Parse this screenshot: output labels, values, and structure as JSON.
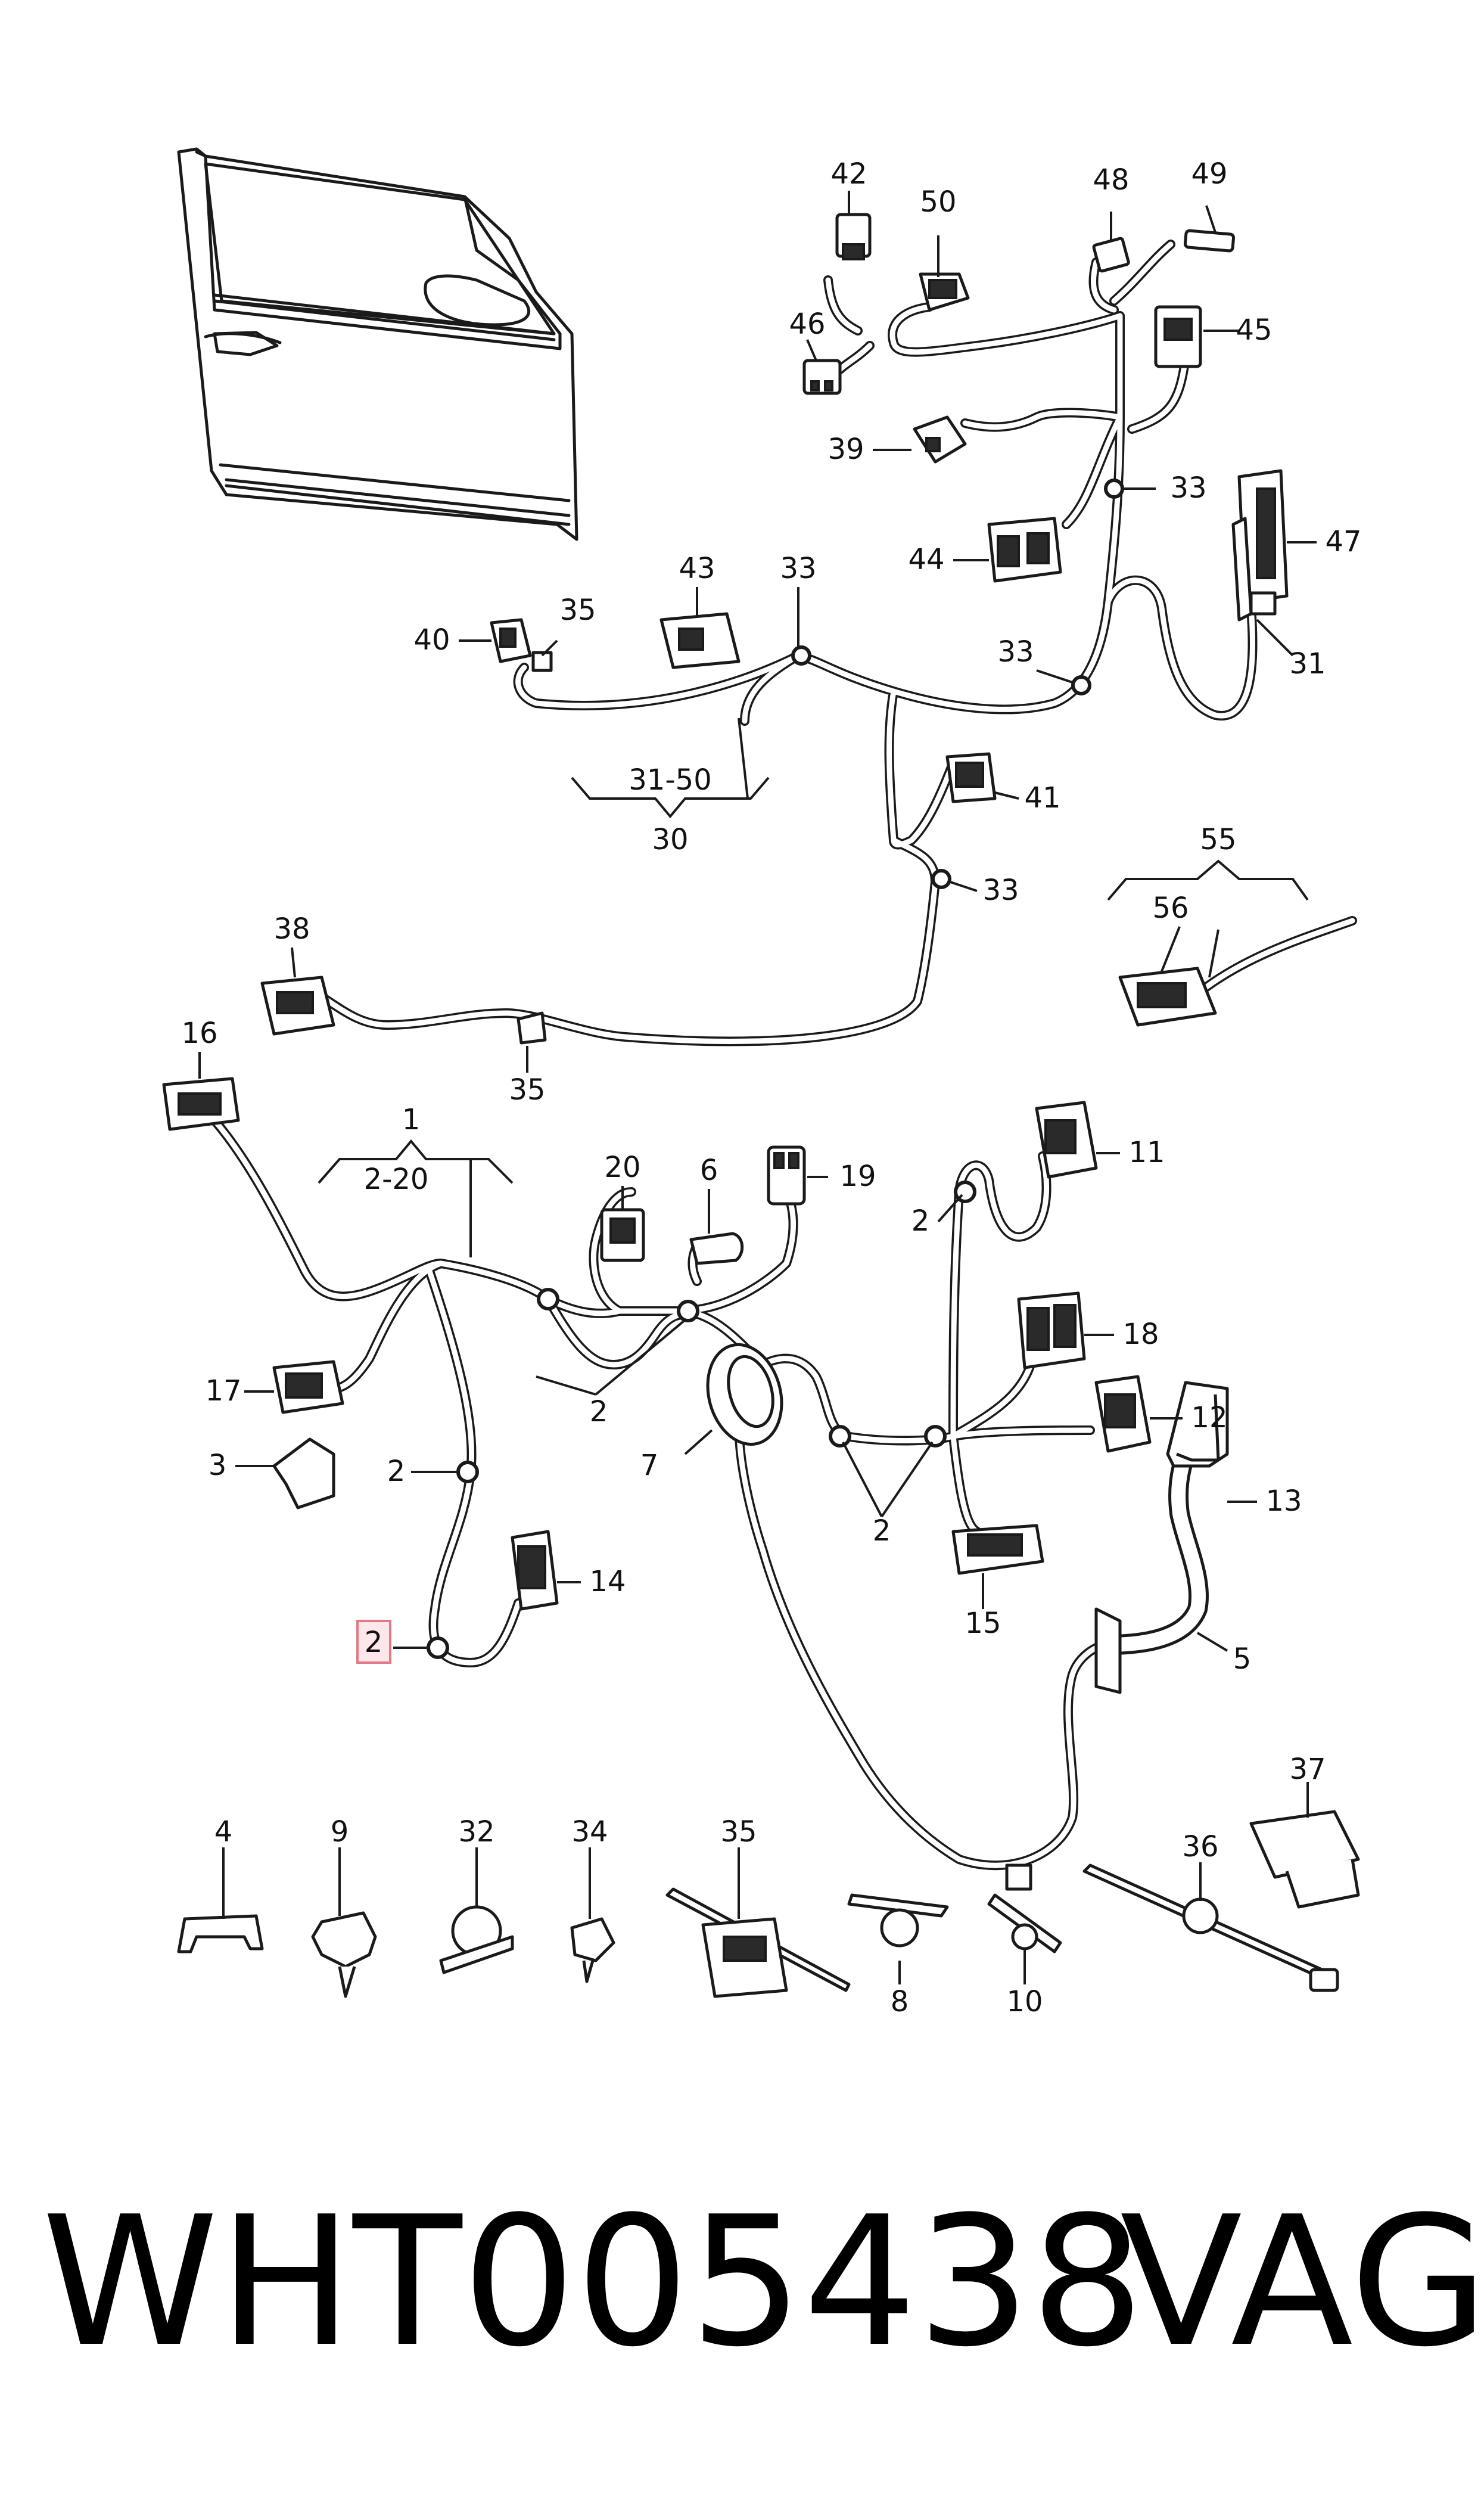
{
  "diagram": {
    "callouts": [
      {
        "id": "c42",
        "text": "42"
      },
      {
        "id": "c50",
        "text": "50"
      },
      {
        "id": "c48",
        "text": "48"
      },
      {
        "id": "c49",
        "text": "49"
      },
      {
        "id": "c46",
        "text": "46"
      },
      {
        "id": "c45",
        "text": "45"
      },
      {
        "id": "c39",
        "text": "39"
      },
      {
        "id": "c33a",
        "text": "33"
      },
      {
        "id": "c47",
        "text": "47"
      },
      {
        "id": "c44",
        "text": "44"
      },
      {
        "id": "c43",
        "text": "43"
      },
      {
        "id": "c33b",
        "text": "33"
      },
      {
        "id": "c40",
        "text": "40"
      },
      {
        "id": "c35a",
        "text": "35"
      },
      {
        "id": "c33c",
        "text": "33"
      },
      {
        "id": "c31",
        "text": "31"
      },
      {
        "id": "c41",
        "text": "41"
      },
      {
        "id": "c3150",
        "text": "31-50"
      },
      {
        "id": "c30",
        "text": "30"
      },
      {
        "id": "c33d",
        "text": "33"
      },
      {
        "id": "c55",
        "text": "55"
      },
      {
        "id": "c56",
        "text": "56"
      },
      {
        "id": "c38",
        "text": "38"
      },
      {
        "id": "c35b",
        "text": "35"
      },
      {
        "id": "c16",
        "text": "16"
      },
      {
        "id": "c1",
        "text": "1"
      },
      {
        "id": "c220",
        "text": "2-20"
      },
      {
        "id": "c20",
        "text": "20"
      },
      {
        "id": "c6",
        "text": "6"
      },
      {
        "id": "c19",
        "text": "19"
      },
      {
        "id": "c11",
        "text": "11"
      },
      {
        "id": "c2a",
        "text": "2"
      },
      {
        "id": "c18",
        "text": "18"
      },
      {
        "id": "c12",
        "text": "12"
      },
      {
        "id": "c17",
        "text": "17"
      },
      {
        "id": "c2b",
        "text": "2"
      },
      {
        "id": "c7",
        "text": "7"
      },
      {
        "id": "c3",
        "text": "3"
      },
      {
        "id": "c2c",
        "text": "2"
      },
      {
        "id": "c2d",
        "text": "2"
      },
      {
        "id": "c13",
        "text": "13"
      },
      {
        "id": "c14",
        "text": "14"
      },
      {
        "id": "c15",
        "text": "15"
      },
      {
        "id": "c5",
        "text": "5"
      },
      {
        "id": "c2e",
        "text": "2"
      },
      {
        "id": "c37",
        "text": "37"
      },
      {
        "id": "c4",
        "text": "4"
      },
      {
        "id": "c9",
        "text": "9"
      },
      {
        "id": "c32",
        "text": "32"
      },
      {
        "id": "c34",
        "text": "34"
      },
      {
        "id": "c35c",
        "text": "35"
      },
      {
        "id": "c36",
        "text": "36"
      },
      {
        "id": "c8",
        "text": "8"
      },
      {
        "id": "c10",
        "text": "10"
      }
    ]
  },
  "footer": {
    "part_number": "WHT005438",
    "brand": "VAG"
  }
}
